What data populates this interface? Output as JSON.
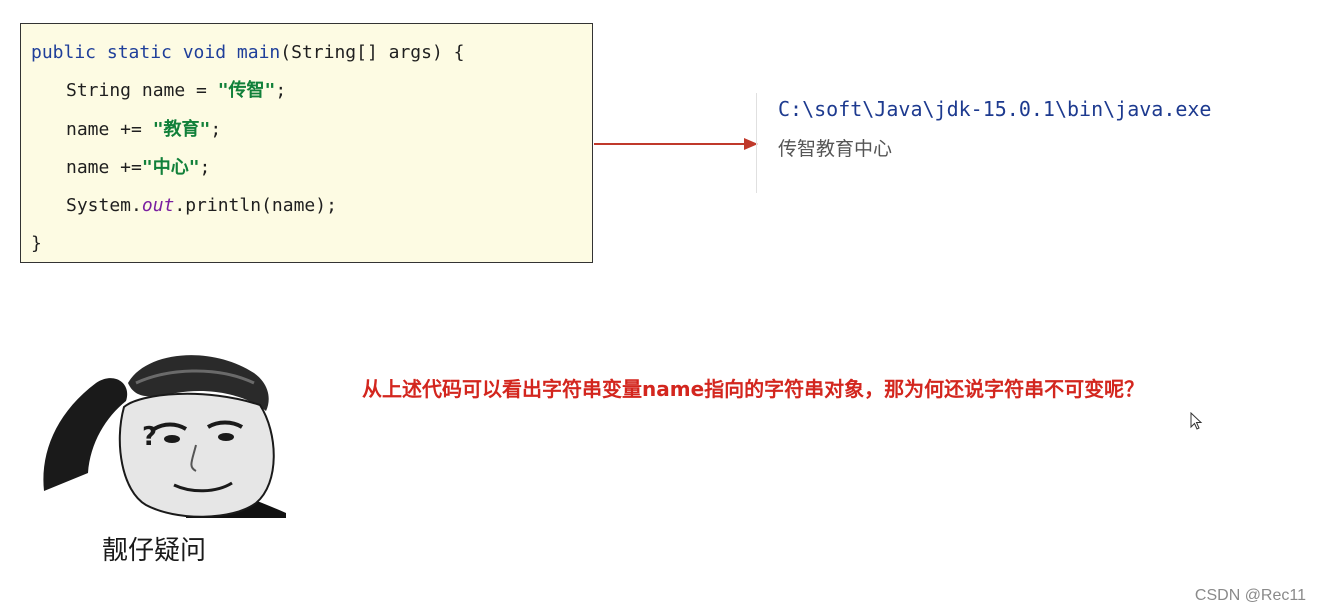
{
  "code": {
    "line1": {
      "kw": "public static void ",
      "fn": "main",
      "rest": "(String[] args) {"
    },
    "line2": {
      "prefix": "String name = ",
      "str": "\"传智\"",
      "suffix": ";"
    },
    "line3": {
      "prefix": "name += ",
      "str": "\"教育\"",
      "suffix": ";"
    },
    "line4": {
      "prefix": "name +=",
      "str": "\"中心\"",
      "suffix": ";"
    },
    "line5": {
      "prefix": "System.",
      "field": "out",
      "suffix": ".println(name);"
    },
    "line6": "}"
  },
  "console": {
    "path": "C:\\soft\\Java\\jdk-15.0.1\\bin\\java.exe",
    "output": "传智教育中心"
  },
  "meme": {
    "caption": "靓仔疑问",
    "question_mark": "?"
  },
  "question": "从上述代码可以看出字符串变量name指向的字符串对象，那为何还说字符串不可变呢？",
  "watermark": "CSDN @Rec11",
  "colors": {
    "code_background": "#fdfbe3",
    "keyword": "#1f3f9a",
    "string": "#11803a",
    "field": "#7a1fa0",
    "arrow": "#c0392b",
    "question_text": "#d3261e",
    "console_path": "#1d3a8f"
  }
}
